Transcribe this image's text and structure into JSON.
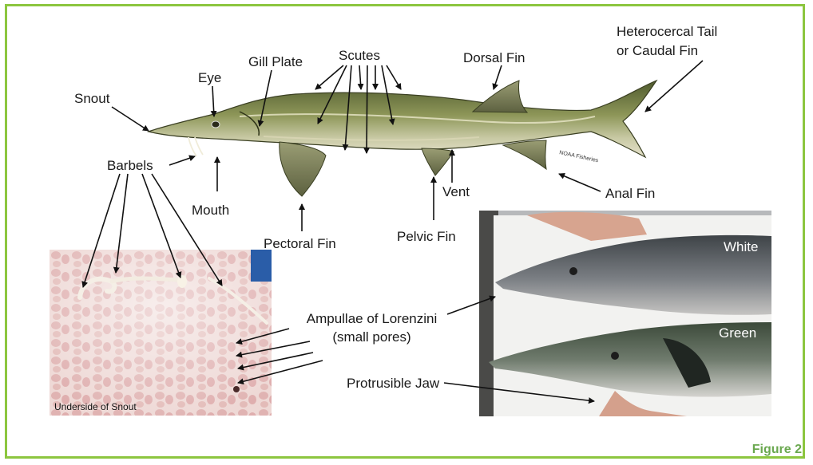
{
  "labels": {
    "heterocercal_tail": "Heterocercal Tail",
    "caudal_fin": "or Caudal Fin",
    "scutes": "Scutes",
    "dorsal_fin": "Dorsal Fin",
    "gill_plate": "Gill Plate",
    "eye": "Eye",
    "snout": "Snout",
    "barbels": "Barbels",
    "mouth": "Mouth",
    "pectoral_fin": "Pectoral Fin",
    "pelvic_fin": "Pelvic Fin",
    "vent": "Vent",
    "anal_fin": "Anal Fin",
    "ampullae_line1": "Ampullae of Lorenzini",
    "ampullae_line2": "(small pores)",
    "protrusible_jaw": "Protrusible Jaw"
  },
  "illustration_credit": "NOAA Fisheries",
  "photos": {
    "underside_caption": "Underside of Snout",
    "species_white": "White",
    "species_green": "Green"
  },
  "figure_label": "Figure 2",
  "colors": {
    "border": "#8cc63f",
    "figure_label": "#6aa84f"
  }
}
